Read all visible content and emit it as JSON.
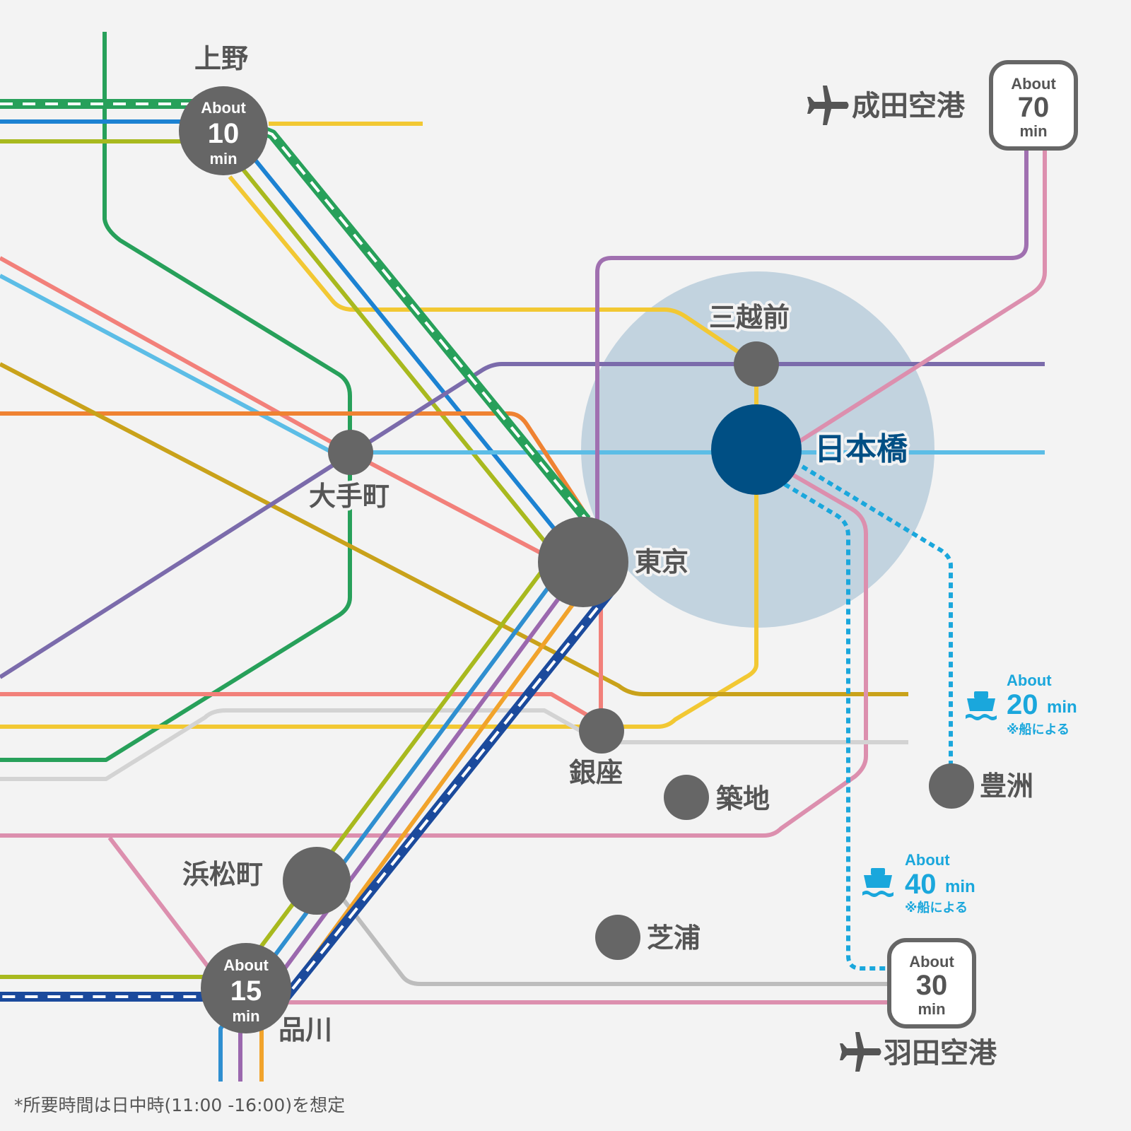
{
  "colors": {
    "background": "#f3f3f3",
    "station": "#666666",
    "hub": "#004f84",
    "highlight_area": "#c2d3df",
    "ferry": "#1aa7dc",
    "label": "#555555",
    "airport_box_border": "#666666"
  },
  "stations": {
    "ueno": "上野",
    "otemachi": "大手町",
    "tokyo": "東京",
    "mitsukoshimae": "三越前",
    "nihonbashi": "日本橋",
    "ginza": "銀座",
    "tsukiji": "築地",
    "hamamatsucho": "浜松町",
    "shinagawa": "品川",
    "shibaura": "芝浦",
    "toyosu": "豊洲"
  },
  "airports": {
    "narita": {
      "name": "成田空港",
      "about": "About",
      "minutes": "70",
      "unit": "min"
    },
    "haneda": {
      "name": "羽田空港",
      "about": "About",
      "minutes": "30",
      "unit": "min"
    }
  },
  "travel_times": {
    "ueno": {
      "about": "About",
      "minutes": "10",
      "unit": "min"
    },
    "shinagawa": {
      "about": "About",
      "minutes": "15",
      "unit": "min"
    }
  },
  "ferry_routes": {
    "toyosu": {
      "about": "About",
      "minutes": "20",
      "unit": "min",
      "note": "※船による"
    },
    "haneda": {
      "about": "About",
      "minutes": "40",
      "unit": "min",
      "note": "※船による"
    }
  },
  "icons": {
    "airplane": "airplane-icon",
    "ferry": "ferry-icon"
  },
  "footnote": "*所要時間は日中時(11:00 -16:00)を想定"
}
